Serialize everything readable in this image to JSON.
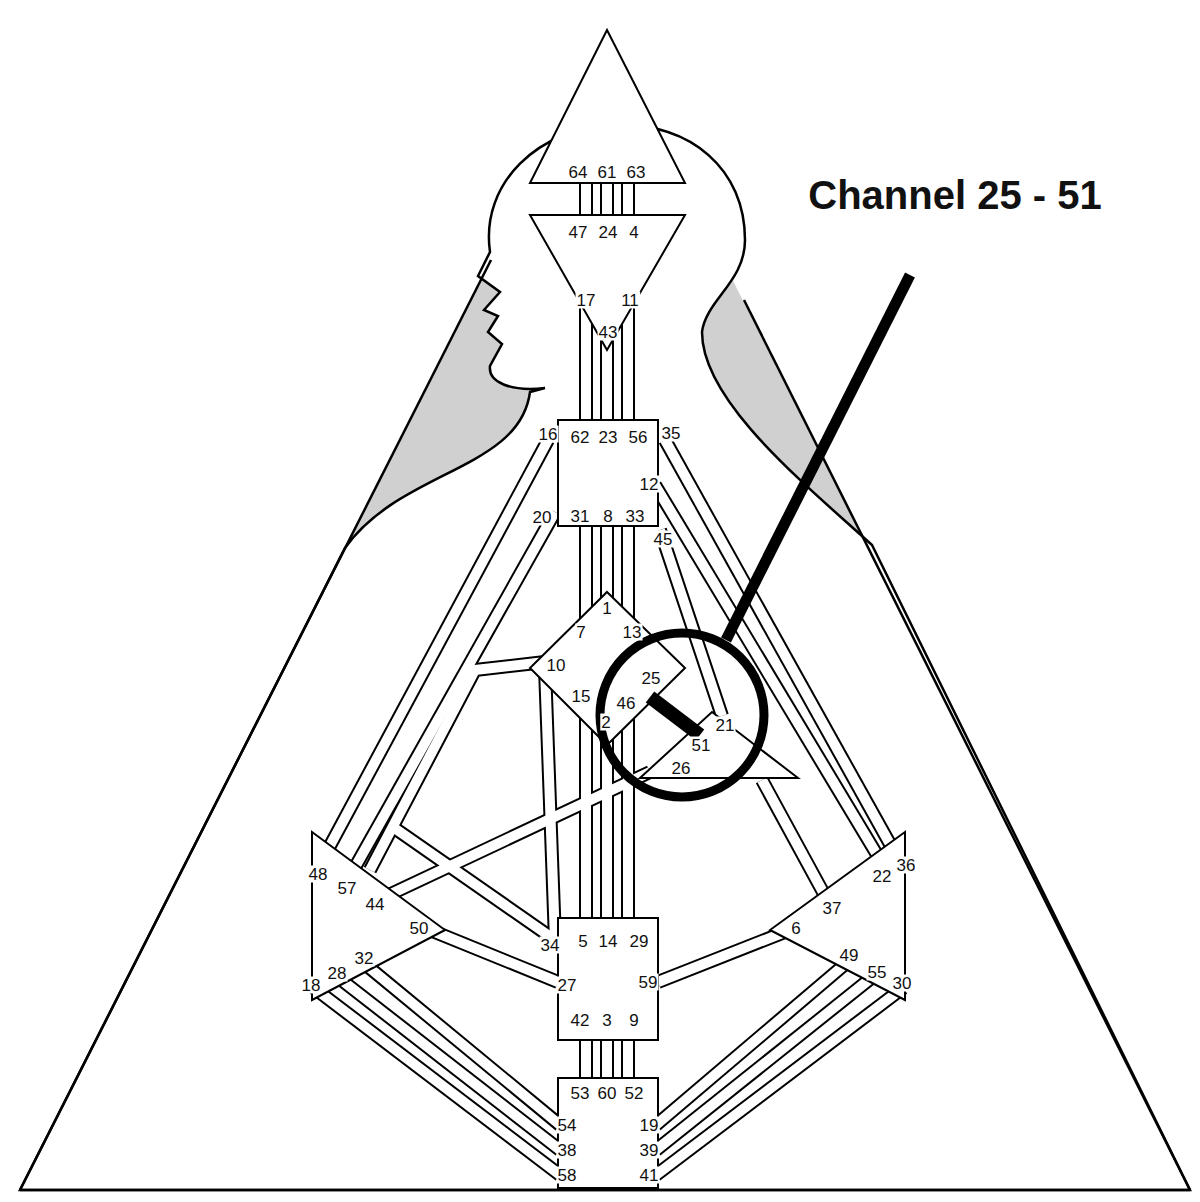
{
  "diagram": {
    "labels": [
      "Channel 25 - 51",
      "64",
      "61",
      "63",
      "47",
      "24",
      "4",
      "17",
      "11",
      "43",
      "16",
      "62",
      "23",
      "56",
      "35",
      "12",
      "20",
      "31",
      "8",
      "33",
      "45",
      "1",
      "7",
      "13",
      "10",
      "25",
      "15",
      "46",
      "2",
      "21",
      "51",
      "26",
      "48",
      "57",
      "22",
      "36",
      "44",
      "37",
      "50",
      "34",
      "5",
      "14",
      "29",
      "6",
      "32",
      "49",
      "18",
      "28",
      "27",
      "59",
      "55",
      "30",
      "42",
      "3",
      "9",
      "53",
      "60",
      "52",
      "54",
      "19",
      "38",
      "39",
      "58",
      "41"
    ]
  }
}
